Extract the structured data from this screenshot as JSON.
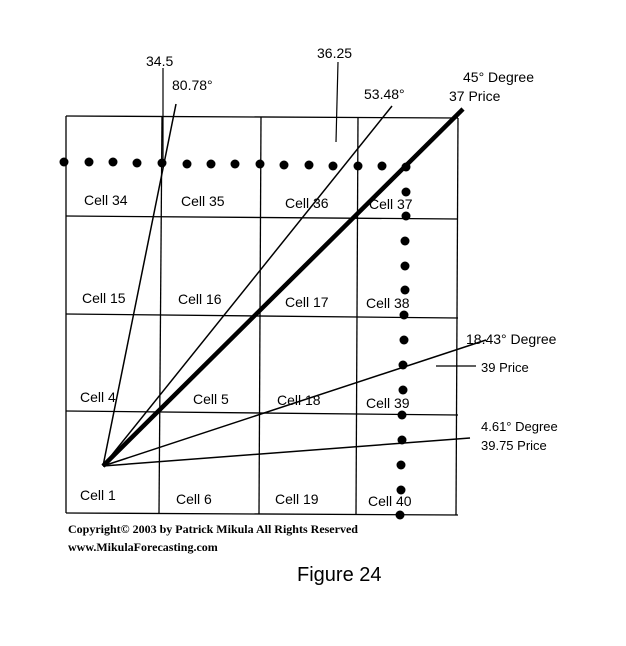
{
  "figure": {
    "caption": "Figure 24",
    "copyright": "Copyright© 2003 by Patrick Mikula All Rights Reserved",
    "website": "www.MikulaForecasting.com"
  },
  "grid": {
    "cells": [
      [
        "Cell 34",
        "Cell 35",
        "Cell 36",
        "Cell 37"
      ],
      [
        "Cell 15",
        "Cell 16",
        "Cell 17",
        "Cell 38"
      ],
      [
        "Cell 4",
        "Cell 5",
        "Cell 18",
        "Cell 39"
      ],
      [
        "Cell 1",
        "Cell 6",
        "Cell 19",
        "Cell 40"
      ]
    ]
  },
  "annotations": {
    "angle_80": "80.78°",
    "price_34_5": "34.5",
    "price_36_25": "36.25",
    "angle_53": "53.48°",
    "angle_45": "45° Degree",
    "price_37": "37 Price",
    "angle_18": "18.43° Degree",
    "price_39": "39 Price",
    "angle_4": "4.61° Degree",
    "price_39_75": "39.75 Price"
  }
}
